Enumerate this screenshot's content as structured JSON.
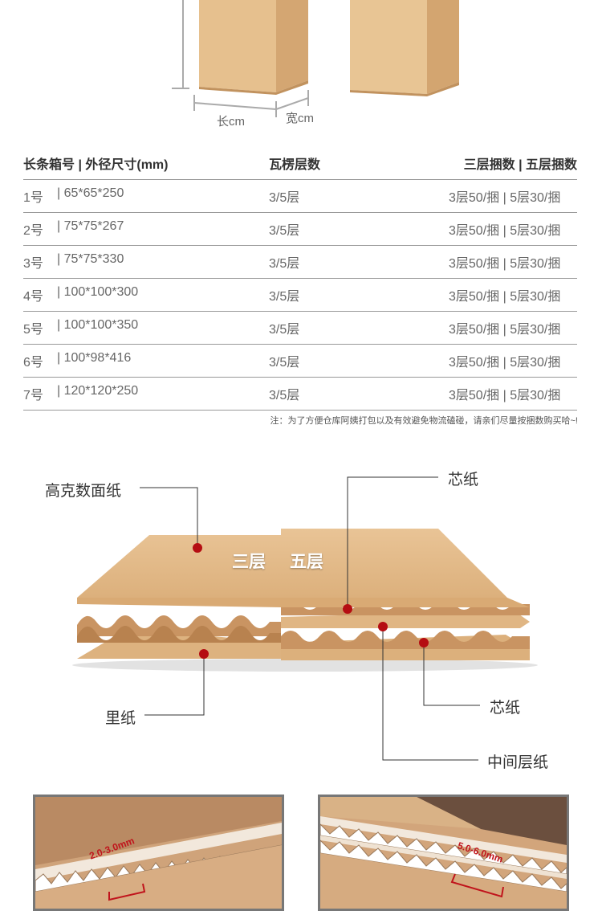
{
  "dimensions": {
    "length_label": "长cm",
    "width_label": "宽cm"
  },
  "table": {
    "headers": {
      "model": "长条箱号 | 外径尺寸(mm)",
      "flute": "瓦楞层数",
      "bundle": "三层捆数 | 五层捆数"
    },
    "rows": [
      {
        "no": "1号",
        "size": "| 65*65*250",
        "flute": "3/5层",
        "bundle": "3层50/捆 | 5层30/捆"
      },
      {
        "no": "2号",
        "size": "| 75*75*267",
        "flute": "3/5层",
        "bundle": "3层50/捆 | 5层30/捆"
      },
      {
        "no": "3号",
        "size": "| 75*75*330",
        "flute": "3/5层",
        "bundle": "3层50/捆 | 5层30/捆"
      },
      {
        "no": "4号",
        "size": "| 100*100*300",
        "flute": "3/5层",
        "bundle": "3层50/捆 | 5层30/捆"
      },
      {
        "no": "5号",
        "size": "| 100*100*350",
        "flute": "3/5层",
        "bundle": "3层50/捆 | 5层30/捆"
      },
      {
        "no": "6号",
        "size": "| 100*98*416",
        "flute": "3/5层",
        "bundle": "3层50/捆 | 5层30/捆"
      },
      {
        "no": "7号",
        "size": "| 120*120*250",
        "flute": "3/5层",
        "bundle": "3层50/捆 | 5层30/捆"
      }
    ],
    "note": "注：为了方便仓库阿姨打包以及有效避免物流磕碰，请亲们尽量按捆数购买哈~!"
  },
  "diagram": {
    "three_layer": "三层",
    "five_layer": "五层",
    "callouts": {
      "face_paper": "高克数面纸",
      "core_paper_top": "芯纸",
      "inner_paper": "里纸",
      "core_paper_bottom": "芯纸",
      "middle_paper": "中间层纸"
    }
  },
  "photos": {
    "left_label": "2.0-3.0mm",
    "right_label": "5.0-6.0mm"
  },
  "colors": {
    "kraft": "#e2b88a",
    "kraft_dark": "#c99a66",
    "marker": "#b50d12",
    "rule": "#999999"
  }
}
